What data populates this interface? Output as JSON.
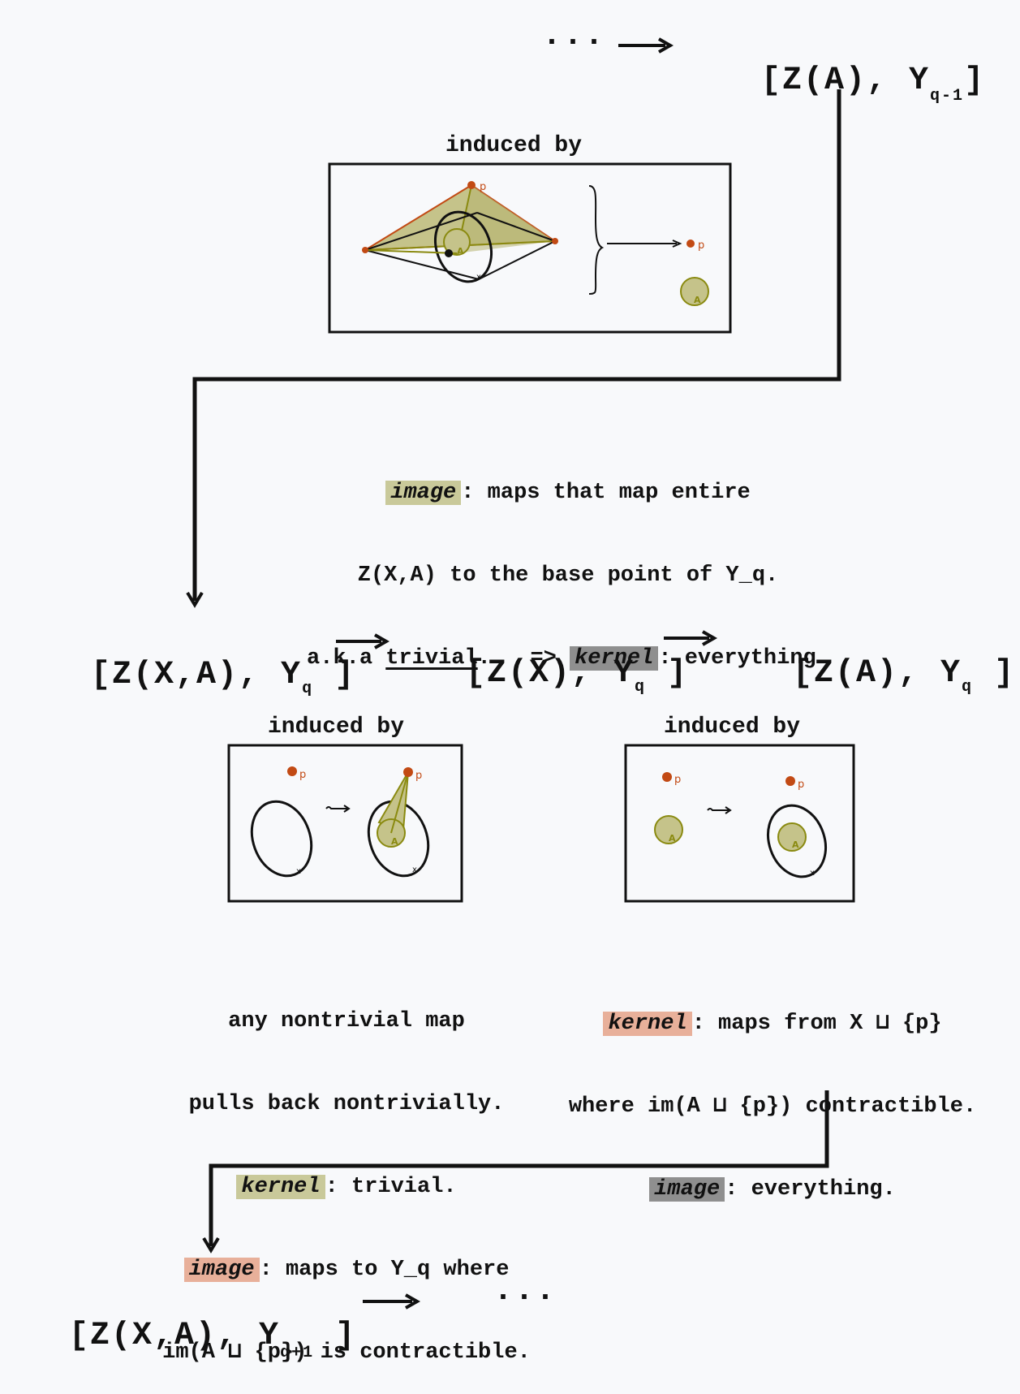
{
  "colors": {
    "background": "#f8f9fb",
    "ink": "#111111",
    "point_p": "#c24a14",
    "cone_fill": "#c5c38a",
    "cone_edge": "#8a8a10",
    "highlight_olive": "#c9c99a",
    "highlight_salmon": "#e8b09a",
    "highlight_gray": "#8f8f8f"
  },
  "top_row": {
    "ellipsis": "···",
    "target": "[Z(A), Y",
    "target_sub": "q-1",
    "target_close": "]"
  },
  "connecting_map_box": {
    "label": "induced by",
    "labels": {
      "p_top": "p",
      "a_inner": "A",
      "x_mark": "x",
      "p_right": "p",
      "a_right": "A"
    }
  },
  "connecting_map_note": {
    "image_term": "image",
    "line1_rest": ": maps that map entire",
    "line2": "Z(X,A) to the base point of Y_q.",
    "line3_prefix": "a.k.a ",
    "trivial_word": "trivial",
    "line3_mid": ".   => ",
    "kernel_term": "kernel",
    "line3_rest": ": everything."
  },
  "middle_row": {
    "term1": "[Z(X,A), Y",
    "term1_sub": "q",
    "term1_close": "]",
    "term2": "[Z(X), Y",
    "term2_sub": "q",
    "term2_close": "]",
    "term3": "[Z(A), Y",
    "term3_sub": "q",
    "term3_close": "]"
  },
  "left_box": {
    "label": "induced by",
    "labels": {
      "p_left": "p",
      "x_left": "x",
      "p_right": "p",
      "a_right": "A",
      "x_right": "x"
    }
  },
  "right_box": {
    "label": "induced by",
    "labels": {
      "p_left": "p",
      "a_left": "A",
      "p_right": "p",
      "a_right": "A",
      "x_right": "x"
    }
  },
  "left_note": {
    "line1": "any nontrivial map",
    "line2": "pulls back nontrivially.",
    "kernel_term": "kernel",
    "line3_rest": ": trivial.",
    "image_term": "image",
    "line4_rest": ": maps to Y_q where",
    "line5": "im(A ⊔ {p}) is contractible."
  },
  "right_note": {
    "kernel_term": "kernel",
    "line1_rest": ": maps from X ⊔ {p}",
    "line2": "where im(A ⊔ {p}) contractible.",
    "image_term": "image",
    "line3_rest": ": everything."
  },
  "bottom_row": {
    "term": "[Z(X,A), Y",
    "term_sub": "q+1",
    "term_close": "]",
    "ellipsis": "···"
  }
}
